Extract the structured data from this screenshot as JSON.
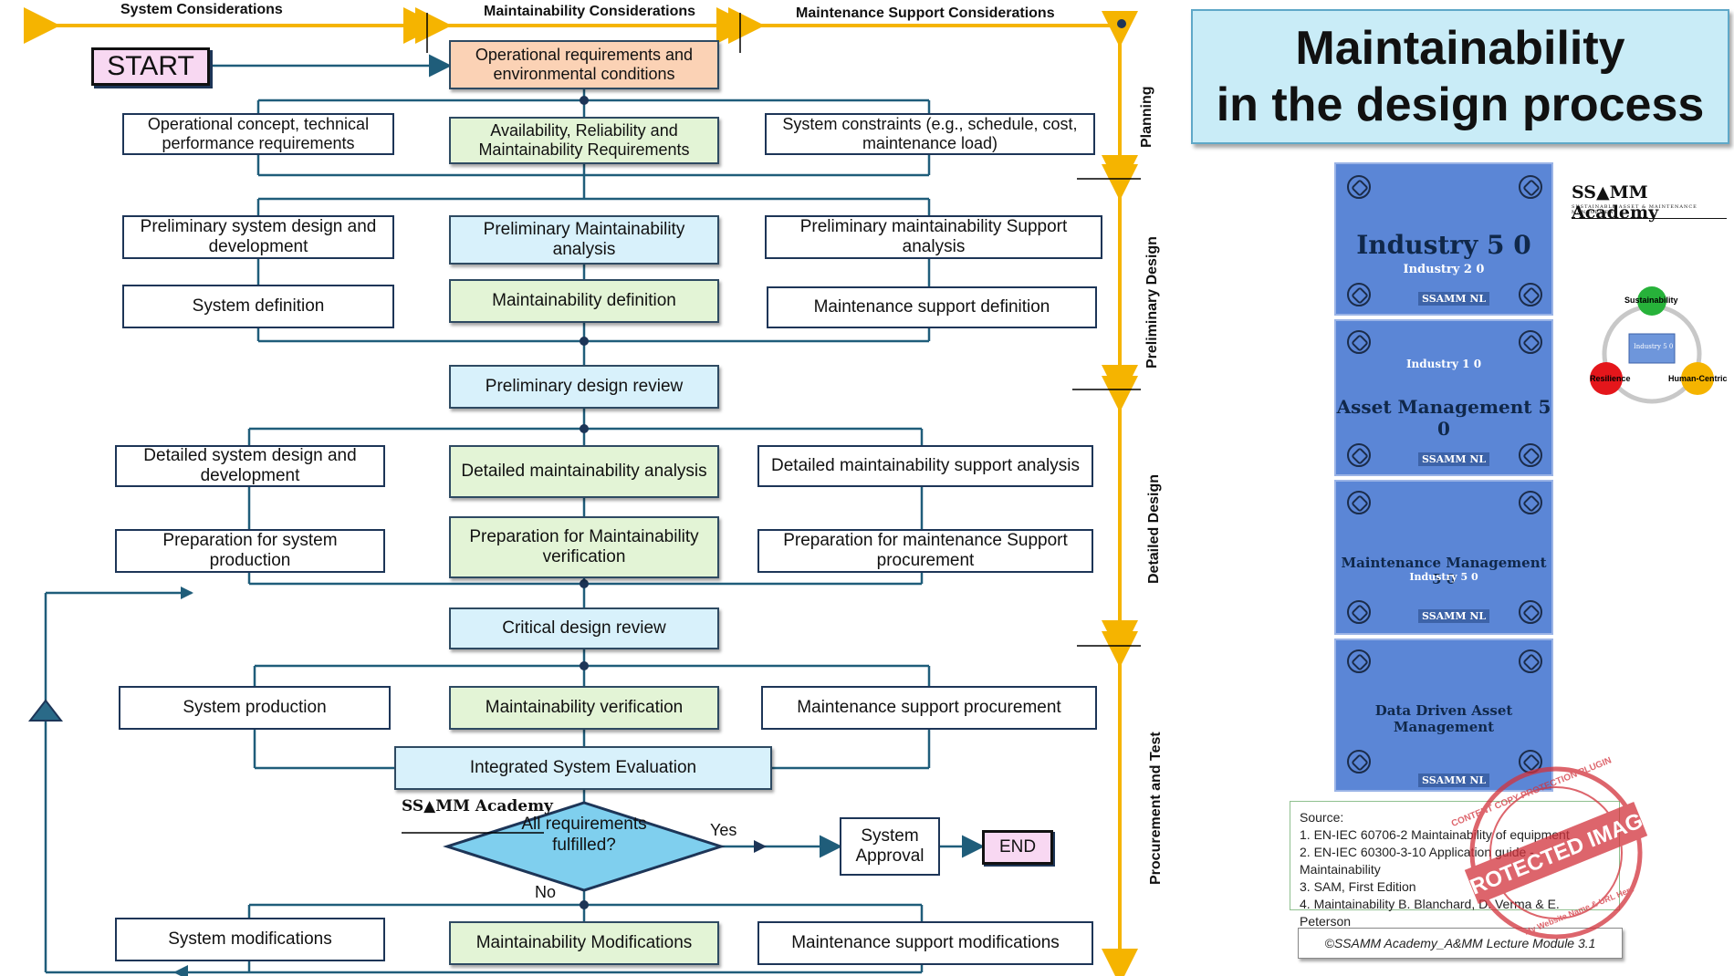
{
  "columns": {
    "system": "System Considerations",
    "maintainability": "Maintainability Considerations",
    "support": "Maintenance Support Considerations"
  },
  "phases": {
    "planning": "Planning",
    "preliminary": "Preliminary Design",
    "detailed": "Detailed Design",
    "procurement": "Procurement and Test"
  },
  "boxes": {
    "start": "START",
    "op_req": "Operational requirements and environmental conditions",
    "op_concept": "Operational concept, technical performance requirements",
    "arm_req": "Availability, Reliability and Maintainability Requirements",
    "sys_constraints": "System constraints (e.g., schedule, cost, maintenance load)",
    "prelim_sys": "Preliminary system design and development",
    "prelim_maint": "Preliminary Maintainability analysis",
    "prelim_support": "Preliminary maintainability Support analysis",
    "sys_def": "System definition",
    "maint_def": "Maintainability definition",
    "support_def": "Maintenance support definition",
    "pdr": "Preliminary design review",
    "det_sys": "Detailed system design and development",
    "det_maint": "Detailed maintainability analysis",
    "det_support": "Detailed maintainability support analysis",
    "prep_sys": "Preparation for system production",
    "prep_maint": "Preparation for Maintainability verification",
    "prep_support": "Preparation for maintenance Support procurement",
    "cdr": "Critical design review",
    "sys_prod": "System production",
    "maint_verif": "Maintainability verification",
    "support_proc": "Maintenance support procurement",
    "ise": "Integrated System Evaluation",
    "decision": "All requirements fulfilled?",
    "yes": "Yes",
    "no": "No",
    "approval": "System Approval",
    "end": "END",
    "sys_mod": "System modifications",
    "maint_mod": "Maintainability Modifications",
    "support_mod": "Maintenance support modifications"
  },
  "title": {
    "line1": "Maintainability",
    "line2": "in the design process"
  },
  "academy": {
    "name": "SS▲MM  Academy",
    "tagline": "SUSTAINABLE ASSET & MAINTENANCE MANAGEMENT"
  },
  "tiles": [
    {
      "text": "Industry 5 0",
      "sub": "Industry 2 0",
      "badge": "SSAMM NL"
    },
    {
      "text": "Asset Management 5 0",
      "sub": "Industry 1 0",
      "badge": "SSAMM NL"
    },
    {
      "text": "Maintenance Management 5 0",
      "sub": "Industry 5 0",
      "badge": "SSAMM NL"
    },
    {
      "text": "Data Driven Asset Management",
      "sub": "",
      "badge": "SSAMM NL"
    }
  ],
  "triangle": {
    "top": "Sustainability",
    "left": "Resilience",
    "right": "Human-Centric",
    "center": "Industry 5 0"
  },
  "source": {
    "heading": "Source:",
    "items": [
      "1. EN-IEC 60706-2 Maintainability of equipment",
      "2. EN-IEC 60300-3-10 Application guide - Maintainability",
      "3. SAM, First Edition",
      "4. Maintainability B. Blanchard, D. Verma & E. Peterson"
    ]
  },
  "copyright": "©SSAMM Academy_A&MM Lecture Module 3.1",
  "stamp": {
    "center": "PROTECTED IMAGE",
    "ring": "CONTENT COPY PROTECTION PLUGIN",
    "small": "My Website Name & URL Here"
  },
  "colors": {
    "arrow_yellow": "#f5b400",
    "line_blue": "#1f5d7a",
    "green": "#e3f4d6",
    "blue": "#d8f1fb",
    "orange": "#fbd2b5",
    "pink": "#f8d8f2",
    "stamp_red": "#d2323c"
  }
}
